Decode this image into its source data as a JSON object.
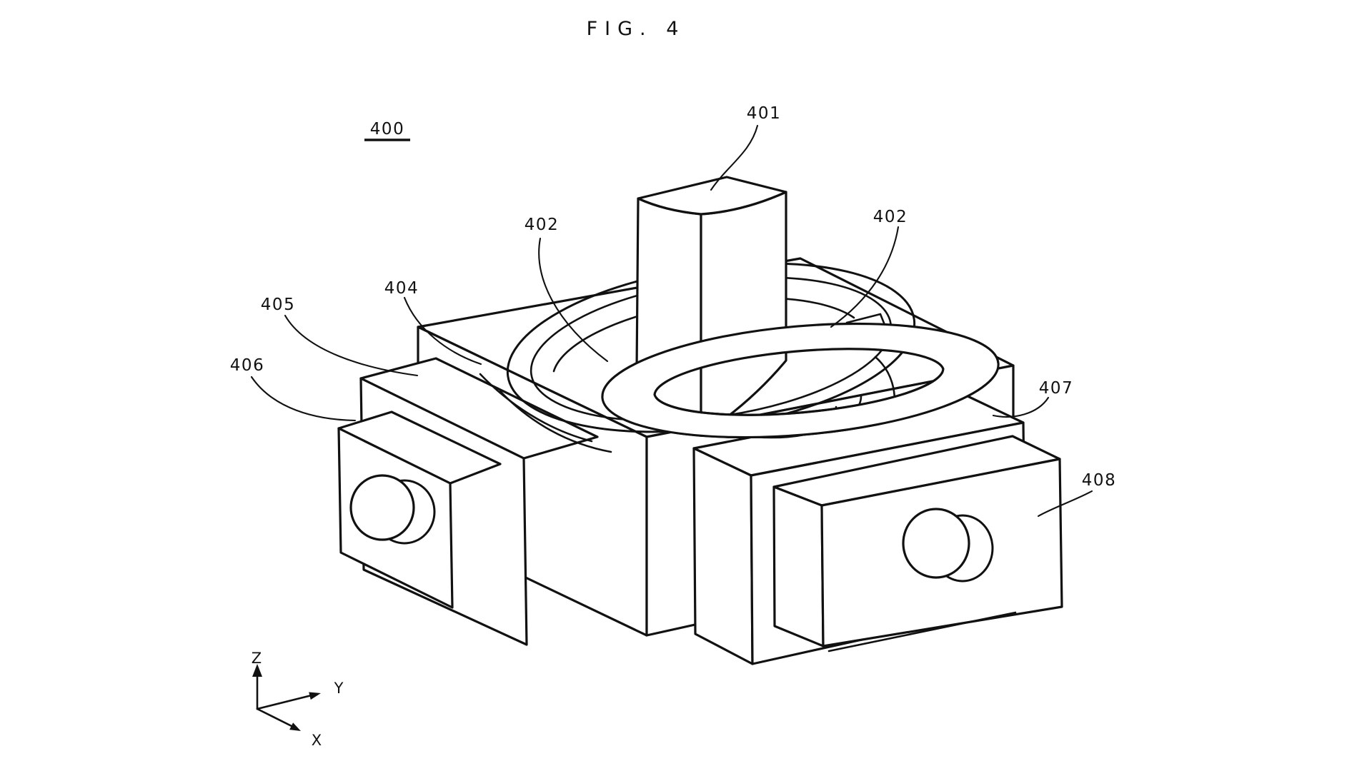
{
  "figure": {
    "title": "FIG. 4",
    "reference_underlined": "400",
    "labels": {
      "part_401": "401",
      "part_402_left": "402",
      "part_402_right": "402",
      "part_404": "404",
      "part_405": "405",
      "part_406": "406",
      "part_407": "407",
      "part_408": "408"
    },
    "axes": {
      "z_label": "Z",
      "y_label": "Y",
      "x_label": "X"
    },
    "colors": {
      "line": "#111111",
      "background": "#ffffff"
    }
  }
}
